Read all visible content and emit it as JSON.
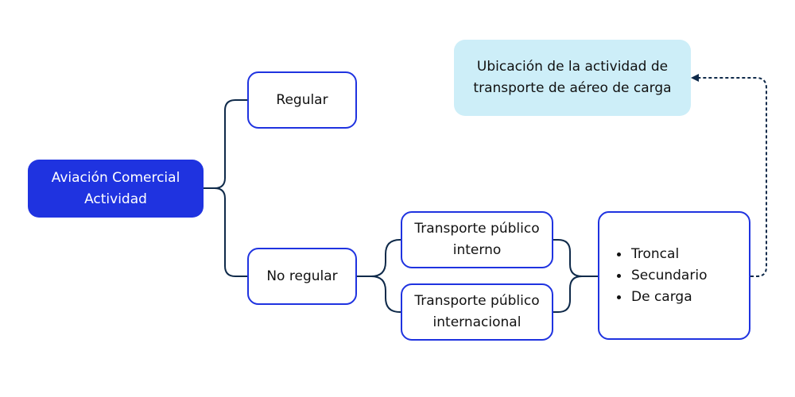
{
  "colors": {
    "primary_fill": "#1f33e0",
    "node_border": "#1f33e0",
    "connector": "#0f2a4a",
    "highlight_fill": "#cdeef8"
  },
  "diagram": {
    "root": {
      "line1": "Aviación Comercial",
      "line2": "Actividad"
    },
    "regular": {
      "label": "Regular"
    },
    "no_regular": {
      "label": "No regular"
    },
    "transporte_interno": {
      "line1": "Transporte público",
      "line2": "interno"
    },
    "transporte_internacional": {
      "line1": "Transporte público",
      "line2": "internacional"
    },
    "categories": {
      "items": [
        "Troncal",
        "Secundario",
        "De carga"
      ]
    },
    "location_note": {
      "line1": "Ubicación de la actividad de",
      "line2": "transporte de aéreo de carga"
    }
  }
}
